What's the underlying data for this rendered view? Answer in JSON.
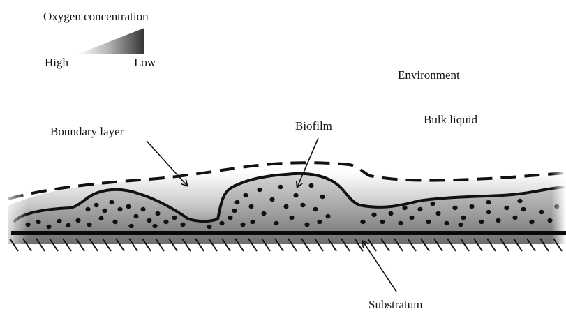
{
  "legend": {
    "title": "Oxygen concentration",
    "high": "High",
    "low": "Low"
  },
  "labels": {
    "environment": "Environment",
    "bulk_liquid": "Bulk liquid",
    "boundary_layer": "Boundary layer",
    "biofilm": "Biofilm",
    "substratum": "Substratum"
  },
  "colors": {
    "ink": "#111111",
    "gradient_high": "#ffffff",
    "gradient_low": "#2b2b2b",
    "substratum": "#0a0a0a"
  }
}
